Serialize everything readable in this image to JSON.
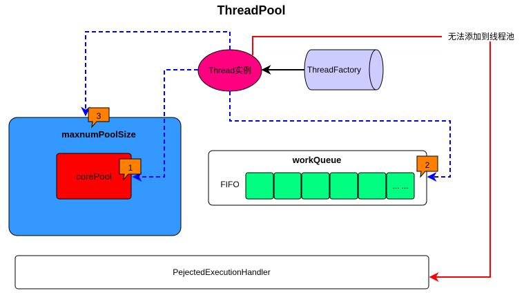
{
  "title": "ThreadPool",
  "thread_instance": "Thread实例",
  "thread_factory": "ThreadFactory",
  "cannot_add_label": "无法添加到线程池",
  "max_pool": {
    "label": "maxnumPoolSize",
    "badge": "3"
  },
  "core_pool": {
    "label": "corePool",
    "badge": "1"
  },
  "work_queue": {
    "title": "workQueue",
    "fifo": "FIFO",
    "badge": "2",
    "cells": [
      "",
      "",
      "",
      "",
      "",
      "... ..."
    ]
  },
  "rejected_handler": "PejectedExecutionHandler",
  "colors": {
    "max_pool_fill": "#3399ff",
    "core_pool_fill": "#ff0000",
    "thread_fill": "#ff0080",
    "factory_fill": "#ccccff",
    "queue_cell_fill": "#00ff80",
    "badge_fill": "#ff8000",
    "dashed_arrow": "#0000ff",
    "red_arrow": "#ff0000"
  }
}
